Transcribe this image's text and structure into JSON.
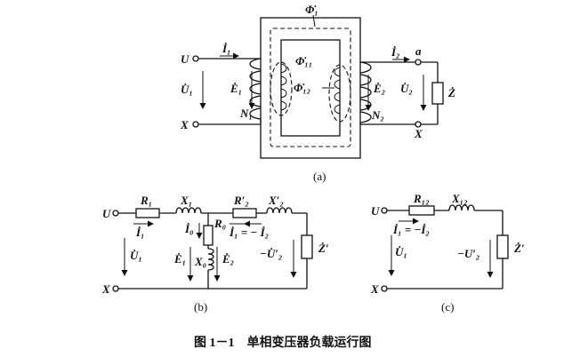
{
  "figure_title": "图 1－1　单相变压器负载运行图",
  "panel_a": {
    "caption": "(a)",
    "flux_main": "Φ̇₁",
    "flux_leak1": "Φ̇₁₁",
    "flux_leak2": "Φ̇₁₂",
    "term_U": "U",
    "term_X": "X",
    "term_a": "a",
    "term_x": "X",
    "I1": "İ₁",
    "I2": "İ₂",
    "U1": "U̇₁",
    "U2": "U̇₂",
    "E1": "Ė₁",
    "E2": "Ė₂",
    "N1": "N₁",
    "N2": "N₂",
    "Z": "Ż"
  },
  "panel_b": {
    "caption": "(b)",
    "term_U": "U",
    "term_X": "X",
    "R1": "R₁",
    "X1": "X₁",
    "R2p": "R′₂",
    "X2p": "X′₂",
    "I1": "İ₁",
    "I0": "İ₀",
    "R0": "R₀",
    "X0": "X₀",
    "I1eq": "İ₁ = − İ₂",
    "U1": "U̇₁",
    "E1": "Ė₁",
    "E2": "Ė₂",
    "U2p": "−U̇′₂",
    "Zp": "Ż′"
  },
  "panel_c": {
    "caption": "(c)",
    "term_U": "U",
    "term_X": "X",
    "R12": "R₁₂",
    "X12": "X₁₂",
    "I1eq": "İ₁ = −İ₂",
    "U1": "U̇₁",
    "U2p": "−U′₂",
    "Zp": "Ż′"
  }
}
